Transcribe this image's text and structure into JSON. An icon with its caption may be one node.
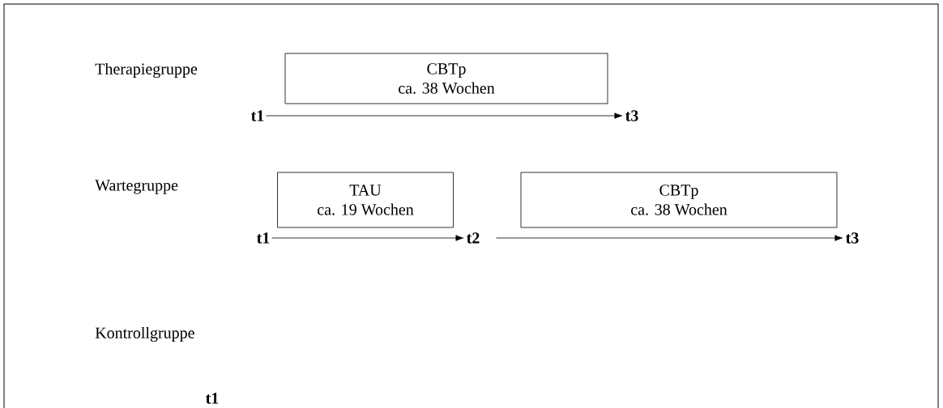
{
  "diagram": {
    "nodes": [
      {
        "text": [
          "CBTp",
          "ca. 38 Wochen"
        ]
      },
      {
        "text": [
          "t1"
        ]
      },
      {
        "text": [
          "t3"
        ]
      },
      {
        "text": [
          "TAU",
          "ca. 19 Wochen"
        ]
      },
      {
        "text": [
          "CBTp",
          "ca. 38 Wochen"
        ]
      },
      {
        "text": [
          "t1"
        ]
      },
      {
        "text": [
          "t2"
        ]
      },
      {
        "text": [
          "t3"
        ]
      }
    ],
    "edges": [
      {
        "from": 1,
        "to": 2,
        "arrow": "to"
      },
      {
        "from": 5,
        "to": 6,
        "arrow": "to"
      },
      {
        "from": 6,
        "to": 7,
        "arrow": "to"
      }
    ],
    "labels": [
      "Therapiegruppe",
      "Wartegruppe",
      "Kontrollgruppe",
      "t1"
    ]
  }
}
